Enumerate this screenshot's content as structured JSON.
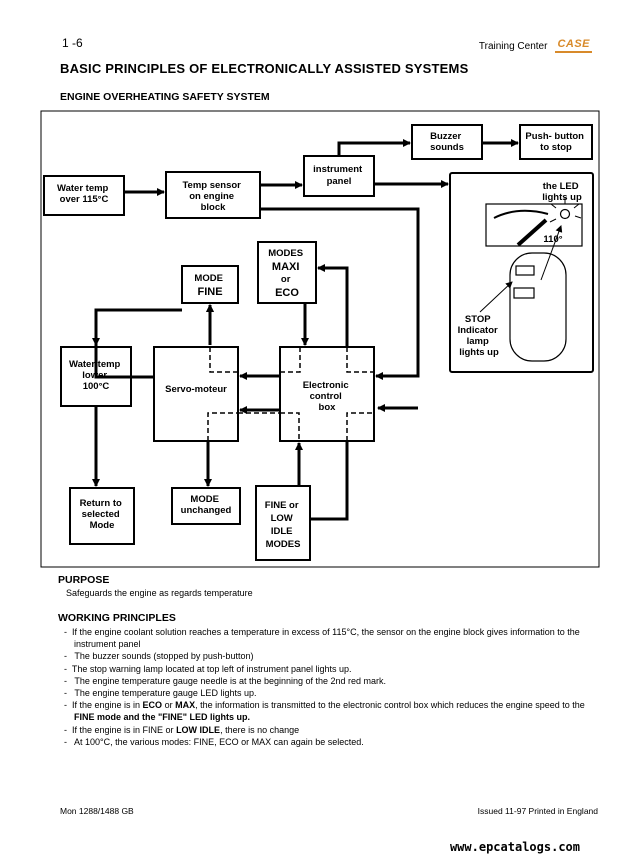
{
  "header": {
    "page_number": "1 -6",
    "right_text": "Training Center",
    "logo": "CASE"
  },
  "title": "BASIC PRINCIPLES OF ELECTRONICALLY ASSISTED SYSTEMS",
  "subtitle": "ENGINE OVERHEATING SAFETY SYSTEM",
  "diagram": {
    "water_temp_over": [
      "Water temp",
      "over 115°C"
    ],
    "temp_sensor": [
      "Temp sensor",
      "on engine",
      "block"
    ],
    "instrument_panel": [
      "instrument",
      "panel"
    ],
    "buzzer": [
      "Buzzer",
      "sounds"
    ],
    "push_button": [
      "Push- button",
      "to stop"
    ],
    "led_lights_up": [
      "the LED",
      "lights up"
    ],
    "gauge_value": "110°",
    "stop_indicator": [
      "STOP",
      "Indicator",
      "lamp",
      "lights up"
    ],
    "modes_maxi_eco": [
      "MODES",
      "MAXI",
      "or",
      "ECO"
    ],
    "mode_fine": [
      "MODE",
      "FINE"
    ],
    "water_temp_lower": [
      "Water temp",
      "lower",
      "100°C"
    ],
    "servo": "Servo-moteur",
    "ecu": [
      "Electronic",
      "control",
      "box"
    ],
    "return_mode": [
      "Return  to",
      "selected",
      "Mode"
    ],
    "mode_unchanged": [
      "MODE",
      "unchanged"
    ],
    "fine_low_idle": [
      "FINE or",
      "LOW",
      "IDLE",
      "MODES"
    ]
  },
  "purpose": {
    "heading": "PURPOSE",
    "text": "Safeguards the engine as regards temperature"
  },
  "working": {
    "heading": "WORKING PRINCIPLES",
    "items": [
      {
        "parts": [
          "If the engine coolant solution reaches a temperature in excess of 115°C, the sensor on the engine block gives information to the instrument panel"
        ]
      },
      {
        "parts": [
          "The buzzer sounds (stopped by push-button)"
        ]
      },
      {
        "parts": [
          "The stop warning lamp located at top left of instrument panel lights up."
        ]
      },
      {
        "parts": [
          "The engine temperature gauge needle is at the beginning of the 2nd red mark."
        ]
      },
      {
        "parts": [
          "The engine temperature gauge LED lights up."
        ]
      },
      {
        "parts": [
          "If the engine is in ",
          "ECO",
          " or ",
          "MAX",
          ", the information is transmitted to the electronic control box which reduces the engine speed to the ",
          "FINE mode and the \"FINE\" LED lights up.",
          ""
        ]
      },
      {
        "parts": [
          "If the engine is in FINE or ",
          "LOW IDLE",
          ", there is no change"
        ]
      },
      {
        "parts": [
          "At 100°C, the various modes: FINE, ECO or MAX can again be selected."
        ]
      }
    ]
  },
  "footer": {
    "left": "Mon 1288/1488 GB",
    "right": "Issued 11-97   Printed in England"
  },
  "watermark": "www.epcatalogs.com"
}
